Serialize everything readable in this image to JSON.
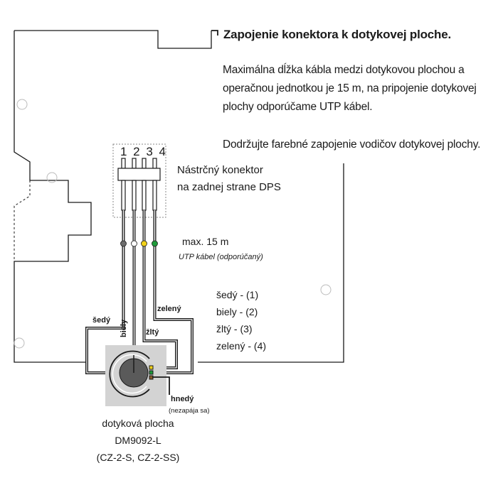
{
  "title": "Zapojenie konektora k dotykovej ploche.",
  "paragraph1": [
    "Maximálna dĺžka kábla medzi dotykovou plochou a",
    "operačnou jednotkou je 15 m, na pripojenie dotykovej",
    "plochy odporúčame UTP kábel."
  ],
  "paragraph2": "Dodržujte farebné zapojenie vodičov dotykovej plochy.",
  "connector": {
    "pin_numbers": "1 2 3 4",
    "label_line1": "Nástrčný konektor",
    "label_line2": "na zadnej strane DPS"
  },
  "cable": {
    "max_length": "max. 15 m",
    "type": "UTP kábel (odporúčaný)"
  },
  "legend": [
    "šedý - (1)",
    "biely - (2)",
    "žltý - (3)",
    "zelený - (4)"
  ],
  "wire_labels": {
    "grey": "šedý",
    "white": "biely",
    "yellow": "žltý",
    "green": "zelený",
    "brown": "hnedý",
    "brown_note": "(nezapája sa)"
  },
  "touchpad_caption": [
    "dotyková plocha",
    "DM9092-L",
    "(CZ-2-S, CZ-2-SS)"
  ],
  "colors": {
    "grey_wire": "#6e6e6e",
    "white_wire": "#ffffff",
    "yellow_wire": "#f2d21a",
    "green_wire": "#1e9a3a",
    "outline": "#1a1a1a",
    "pad_background": "#d3d3d3"
  }
}
